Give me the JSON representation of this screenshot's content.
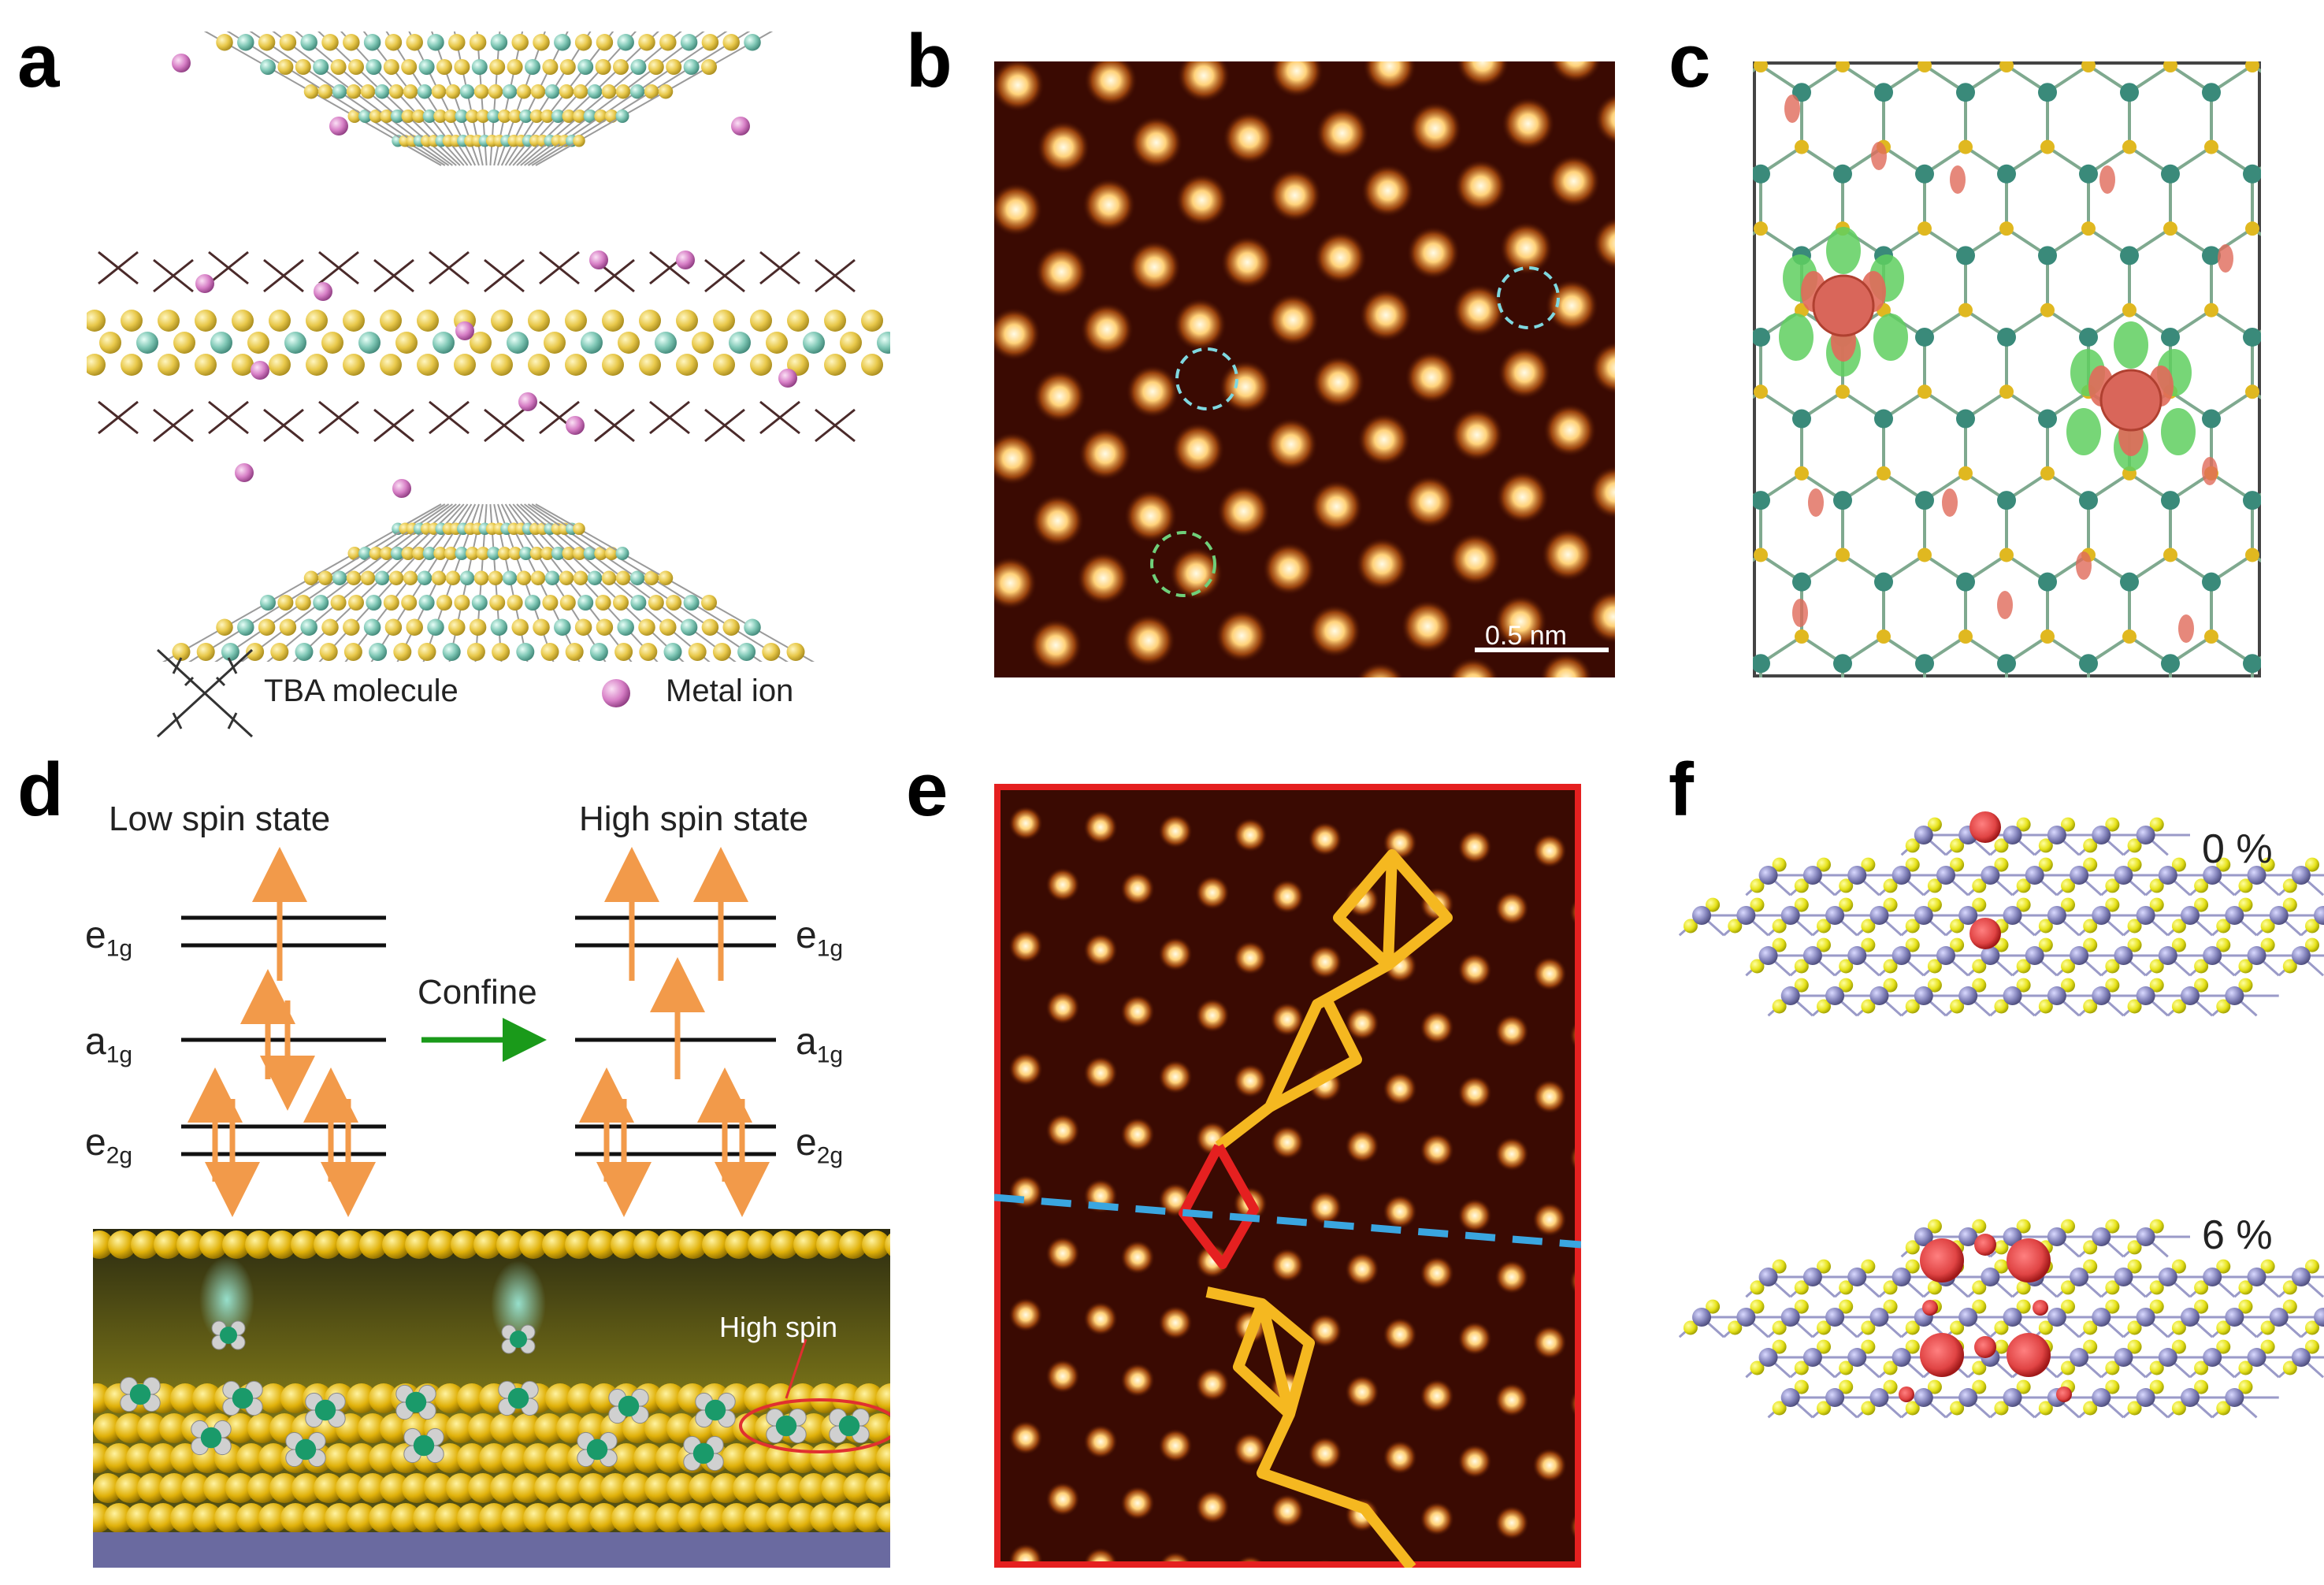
{
  "panels": {
    "a": {
      "letter": "a",
      "legend_tba": "TBA molecule",
      "legend_metal": "Metal ion"
    },
    "b": {
      "letter": "b",
      "scale_bar": "0.5 nm"
    },
    "c": {
      "letter": "c"
    },
    "d": {
      "letter": "d",
      "low_spin_title": "Low spin state",
      "high_spin_title": "High spin state",
      "level_e1g_base": "e",
      "level_e1g_sub": "1g",
      "level_a1g_base": "a",
      "level_a1g_sub": "1g",
      "level_e2g_base": "e",
      "level_e2g_sub": "2g",
      "arrow_label": "Confine",
      "high_spin_label": "High spin"
    },
    "e": {
      "letter": "e"
    },
    "f": {
      "letter": "f",
      "strain_top": "0 %",
      "strain_bottom": "6 %"
    }
  },
  "colors": {
    "stem_bg": "#3a0a02",
    "atom_glow": "#ffd27a",
    "mo_s_yellow": "#e8c84a",
    "mo_teal": "#7fc7b5",
    "metal_ion_pink": "#d77fc6",
    "confine_arrow_green": "#1a9a1a",
    "spin_arrow_orange": "#f29a4a",
    "frame_red": "#e52020",
    "zigzag_orange": "#f5b820",
    "dash_blue": "#3aa6e0",
    "spin_density_red": "#e04444",
    "spin_density_green": "#5fcf5f"
  }
}
